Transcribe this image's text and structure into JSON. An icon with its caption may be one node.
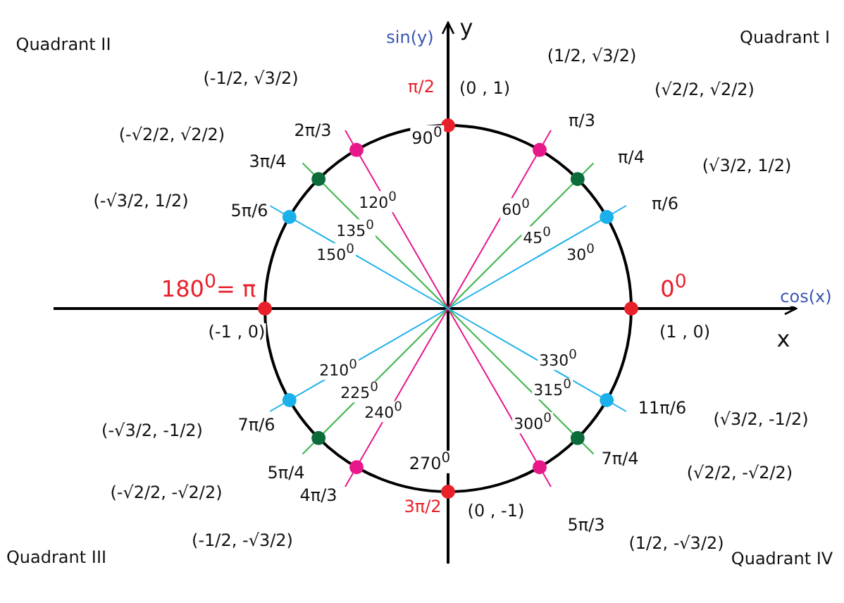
{
  "diagram": {
    "labels": [
      "Quadrant II",
      "sin(y)",
      "y",
      "Quadrant I",
      "π/2",
      "(0 , 1)",
      "90$^{0}$",
      "(1/2, √3/2)",
      "π/3",
      "(-1/2, √3/2)",
      "2π/3",
      "(√2/2, √2/2)",
      "π/4",
      "(-√2/2, √2/2)",
      "3π/4",
      "120$^{0}$",
      "60$^{0}$",
      "π/6",
      "(√3/2, 1/2)",
      "(-√3/2, 1/2)",
      "5π/6",
      "135$^{0}$",
      "45$^{0}$",
      "150$^{0}$",
      "30$^{0}$",
      "180$^{0}$= π",
      "0$^{0}$",
      "cos(x)",
      "(-1 , 0)",
      "(1 , 0)",
      "x",
      "210$^{0}$",
      "330$^{0}$",
      "225$^{0}$",
      "315$^{0}$",
      "(-√3/2, -1/2)",
      "7π/6",
      "11π/6",
      "(√3/2, -1/2)",
      "240$^{0}$",
      "300$^{0}$",
      "(-√2/2, -√2/2)",
      "5π/4",
      "7π/4",
      "(√2/2, -√2/2)",
      "270$^{0}$",
      "(-1/2, -√3/2)",
      "4π/3",
      "3π/2",
      "(0 , -1)",
      "5π/3",
      "(1/2, -√3/2)",
      "Quadrant III",
      "Quadrant IV"
    ]
  }
}
